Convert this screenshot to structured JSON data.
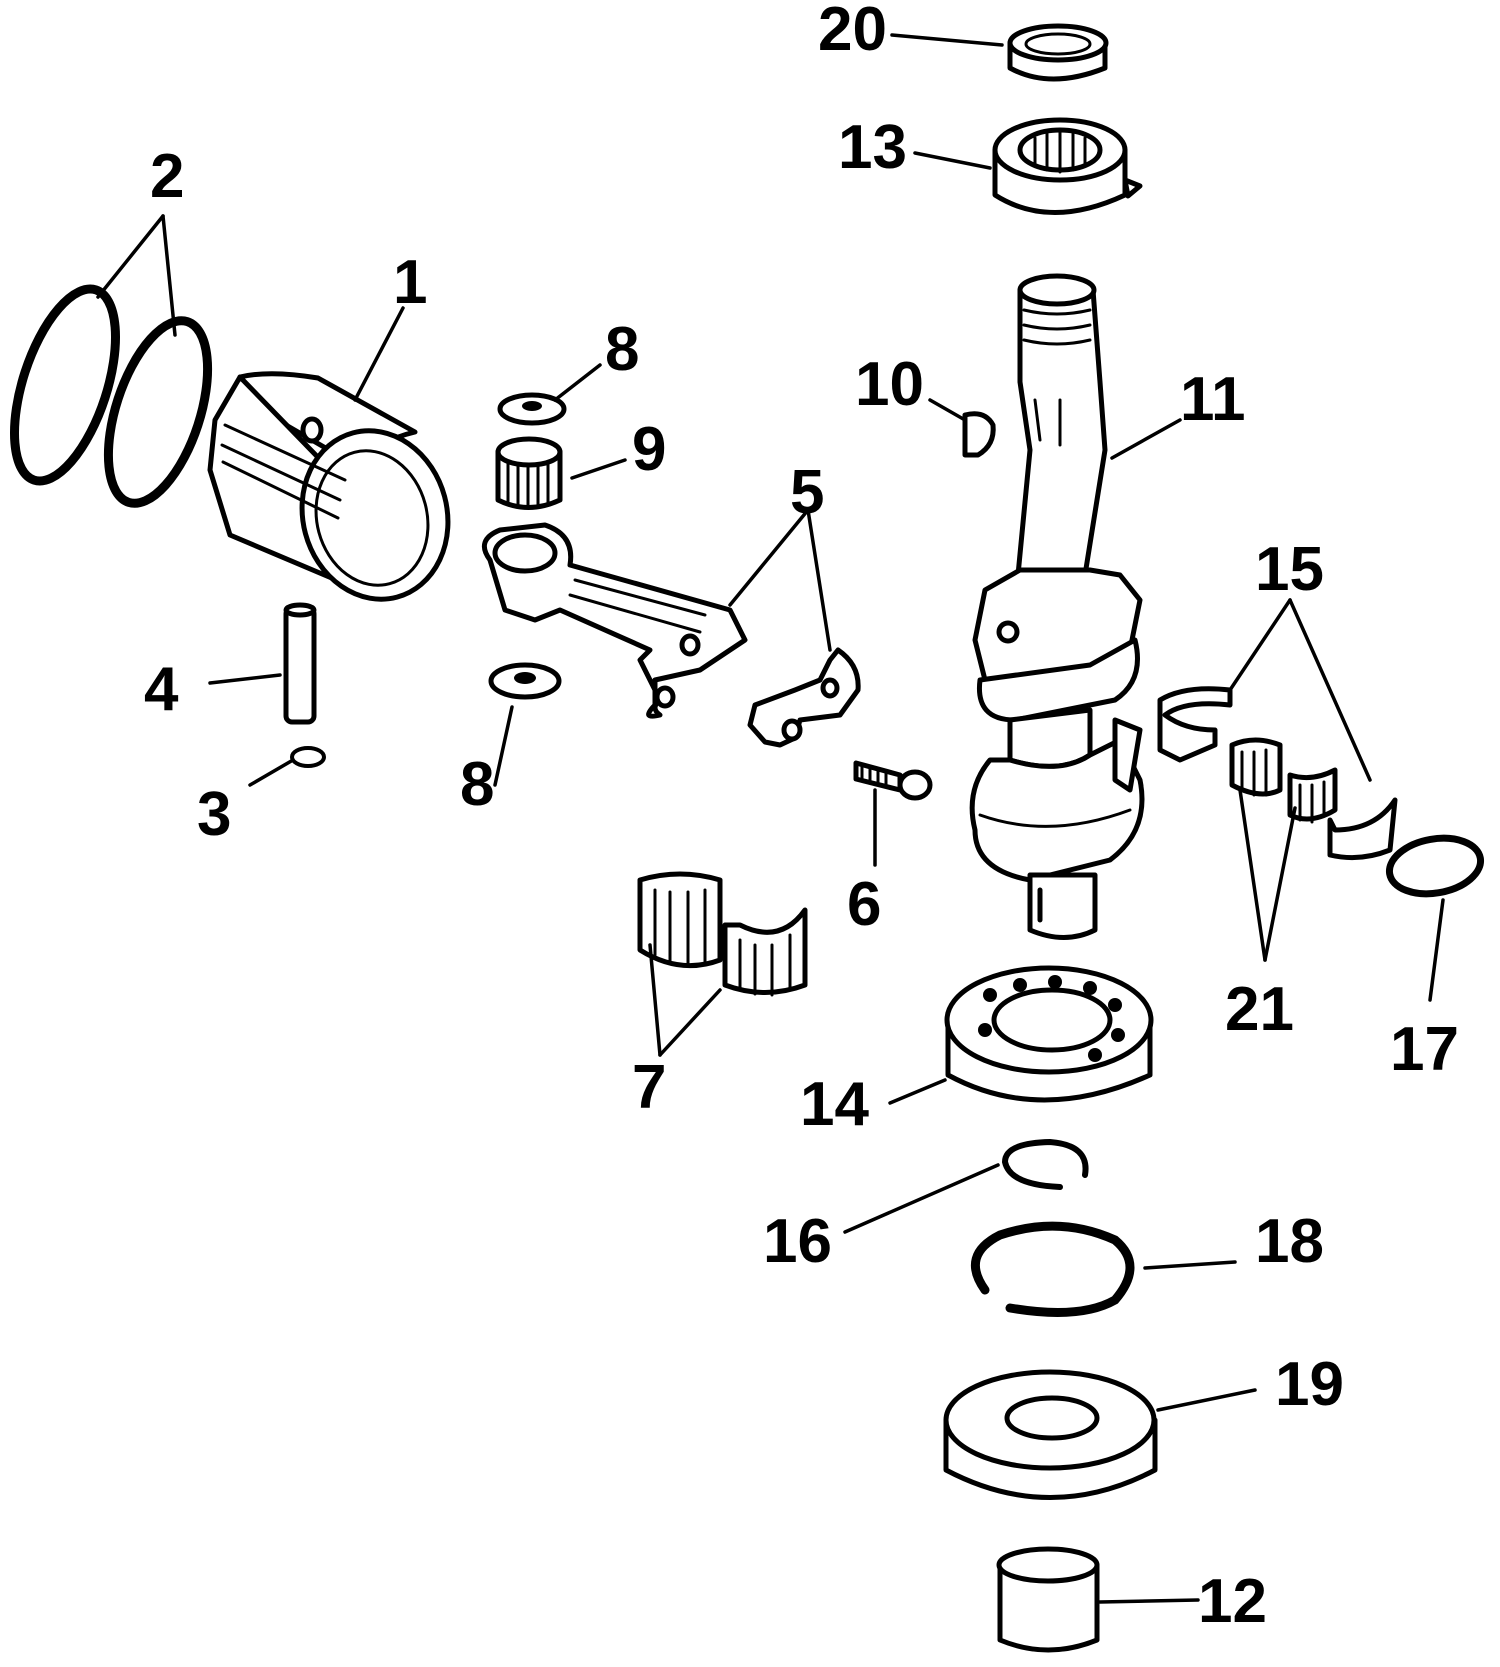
{
  "callouts": {
    "c1": "1",
    "c2": "2",
    "c3": "3",
    "c4": "4",
    "c5": "5",
    "c6": "6",
    "c7": "7",
    "c8a": "8",
    "c8b": "8",
    "c9": "9",
    "c10": "10",
    "c11": "11",
    "c12": "12",
    "c13": "13",
    "c14": "14",
    "c15": "15",
    "c16": "16",
    "c17": "17",
    "c18": "18",
    "c19": "19",
    "c20": "20",
    "c21": "21"
  },
  "colors": {
    "line": "#000000",
    "background": "#ffffff"
  }
}
